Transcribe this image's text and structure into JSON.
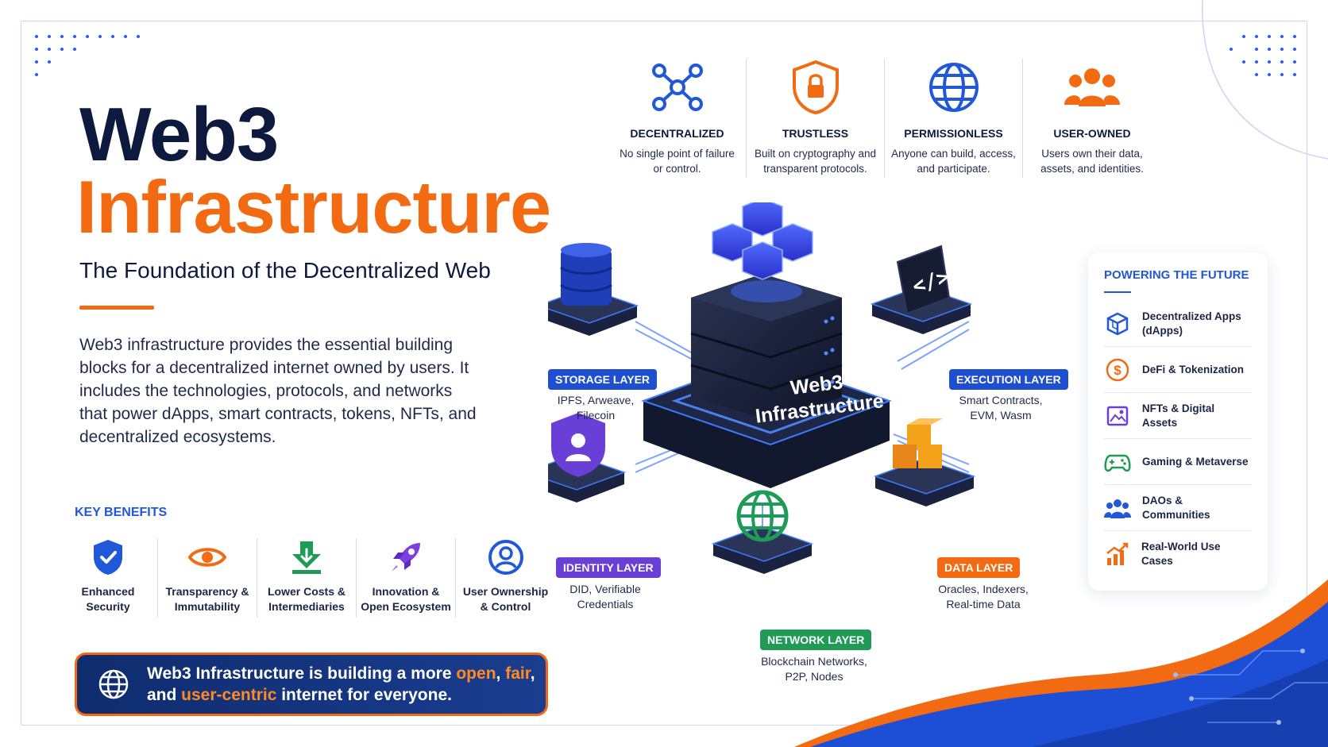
{
  "header": {
    "title_line1": "Web3",
    "title_line2": "Infrastructure",
    "subtitle": "The Foundation of the Decentralized Web",
    "intro": "Web3 infrastructure provides the essential building blocks for a decentralized internet owned by users. It includes the technologies, protocols, and networks that power dApps, smart contracts, tokens, NFTs, and decentralized ecosystems."
  },
  "principles": [
    {
      "title": "DECENTRALIZED",
      "desc": "No single point of failure or control.",
      "icon": "network-nodes-icon"
    },
    {
      "title": "TRUSTLESS",
      "desc": "Built on cryptography and transparent protocols.",
      "icon": "shield-lock-icon"
    },
    {
      "title": "PERMISSIONLESS",
      "desc": "Anyone can build, access, and participate.",
      "icon": "globe-icon"
    },
    {
      "title": "USER-OWNED",
      "desc": "Users own their data, assets, and identities.",
      "icon": "users-icon"
    }
  ],
  "key_benefits": {
    "title": "KEY BENEFITS",
    "items": [
      {
        "line1": "Enhanced",
        "line2": "Security",
        "icon": "shield-check-icon"
      },
      {
        "line1": "Transparency &",
        "line2": "Immutability",
        "icon": "eye-icon"
      },
      {
        "line1": "Lower Costs &",
        "line2": "Intermediaries",
        "icon": "download-arrow-icon"
      },
      {
        "line1": "Innovation &",
        "line2": "Open Ecosystem",
        "icon": "rocket-icon"
      },
      {
        "line1": "User Ownership",
        "line2": "& Control",
        "icon": "user-circle-icon"
      }
    ]
  },
  "banner": {
    "pre": "Web3 Infrastructure is building a more ",
    "w1": "open",
    "sep1": ", ",
    "w2": "fair",
    "sep2": ",",
    "line2_pre": "and ",
    "w3": "user-centric",
    "post": " internet for everyone."
  },
  "center": {
    "line1": "Web3",
    "line2": "Infrastructure"
  },
  "layers": {
    "storage": {
      "tag": "STORAGE LAYER",
      "line1": "IPFS, Arweave,",
      "line2": "Filecoin",
      "color": "#1f4fd1"
    },
    "execution": {
      "tag": "EXECUTION LAYER",
      "line1": "Smart Contracts,",
      "line2": "EVM, Wasm",
      "color": "#1f4fd1"
    },
    "identity": {
      "tag": "IDENTITY LAYER",
      "line1": "DID, Verifiable",
      "line2": "Credentials",
      "color": "#6a3fd6"
    },
    "data": {
      "tag": "DATA LAYER",
      "line1": "Oracles, Indexers,",
      "line2": "Real-time Data",
      "color": "#f26b12"
    },
    "network": {
      "tag": "NETWORK LAYER",
      "line1": "Blockchain Networks,",
      "line2": "P2P, Nodes",
      "color": "#1f9a57"
    }
  },
  "powering": {
    "title": "POWERING THE FUTURE",
    "items": [
      {
        "line1": "Decentralized Apps",
        "line2": "(dApps)",
        "icon": "cube-icon"
      },
      {
        "line1": "DeFi & Tokenization",
        "line2": "",
        "icon": "dollar-coin-icon"
      },
      {
        "line1": "NFTs & Digital Assets",
        "line2": "",
        "icon": "image-icon"
      },
      {
        "line1": "Gaming & Metaverse",
        "line2": "",
        "icon": "gamepad-icon"
      },
      {
        "line1": "DAOs & Communities",
        "line2": "",
        "icon": "community-icon"
      },
      {
        "line1": "Real-World Use Cases",
        "line2": "",
        "icon": "bar-chart-icon"
      }
    ]
  },
  "colors": {
    "navy": "#0d1a3e",
    "orange": "#f26b12",
    "blue": "#2157d9"
  }
}
